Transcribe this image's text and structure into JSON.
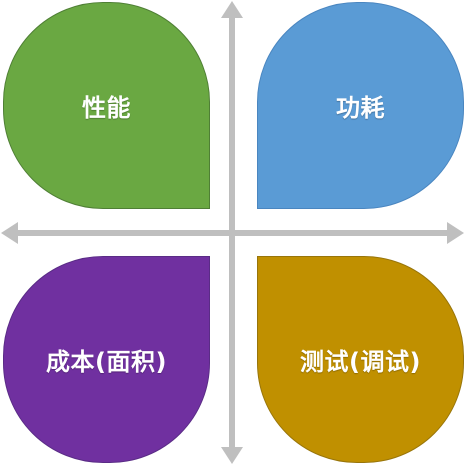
{
  "quadrants": {
    "top_left": {
      "label": "性能",
      "color": "#6aa842"
    },
    "top_right": {
      "label": "功耗",
      "color": "#5a9bd5"
    },
    "bottom_left": {
      "label": "成本(面积)",
      "color": "#7030a0"
    },
    "bottom_right": {
      "label": "测试(调试)",
      "color": "#c09000"
    }
  },
  "axis_color": "#bfbfbf"
}
